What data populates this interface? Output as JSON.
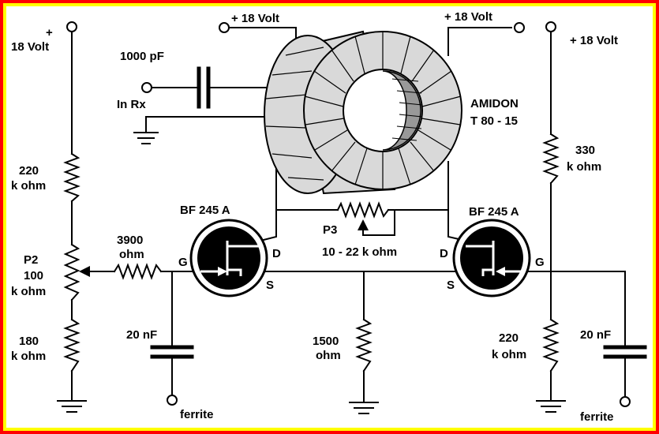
{
  "colors": {
    "border_outer": "#ff0000",
    "border_inner": "#ffff00",
    "background": "#ffffff",
    "wire": "#000000",
    "toroid_fill": "#d9d9d9",
    "toroid_core": "#999999"
  },
  "labels": {
    "plus": "+",
    "supply_left": "18 Volt",
    "supply_top_left": "+ 18 Volt",
    "supply_top_right": "+ 18 Volt",
    "supply_right": "+ 18 Volt",
    "cap_input": "1000 pF",
    "input": "In Rx",
    "toroid_line1": "AMIDON",
    "toroid_line2": "T 80 - 15",
    "r220_value": "220",
    "r220_unit": "k ohm",
    "p2_name": "P2",
    "p2_value": "100",
    "p2_unit": "k ohm",
    "r180_value": "180",
    "r180_unit": "k ohm",
    "r3900_value": "3900",
    "r3900_unit": "ohm",
    "fet_left": "BF 245 A",
    "fet_right": "BF 245 A",
    "gate": "G",
    "drain": "D",
    "source": "S",
    "p3_name": "P3",
    "p3_range": "10 - 22 k ohm",
    "cap_left": "20 nF",
    "cap_right": "20 nF",
    "r1500_value": "1500",
    "r1500_unit": "ohm",
    "r330_value": "330",
    "r330_unit": "k ohm",
    "r220b_value": "220",
    "r220b_unit": "k ohm",
    "ferrite_left": "ferrite",
    "ferrite_right": "ferrite"
  }
}
